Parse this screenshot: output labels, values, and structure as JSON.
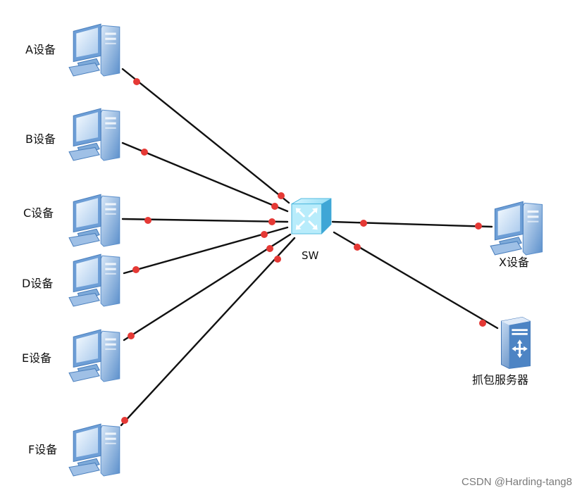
{
  "switch": {
    "label": "SW"
  },
  "devices": [
    {
      "id": "a",
      "label": "A设备"
    },
    {
      "id": "b",
      "label": "B设备"
    },
    {
      "id": "c",
      "label": "C设备"
    },
    {
      "id": "d",
      "label": "D设备"
    },
    {
      "id": "e",
      "label": "E设备"
    },
    {
      "id": "f",
      "label": "F设备"
    },
    {
      "id": "x",
      "label": "X设备"
    }
  ],
  "server": {
    "label": "抓包服务器"
  },
  "watermark": "CSDN @Harding-tang8",
  "colors": {
    "link": "#111111",
    "port_dot": "#e53935",
    "pc_blue": "#5b8fcb",
    "switch_cyan": "#7fd9f5"
  }
}
